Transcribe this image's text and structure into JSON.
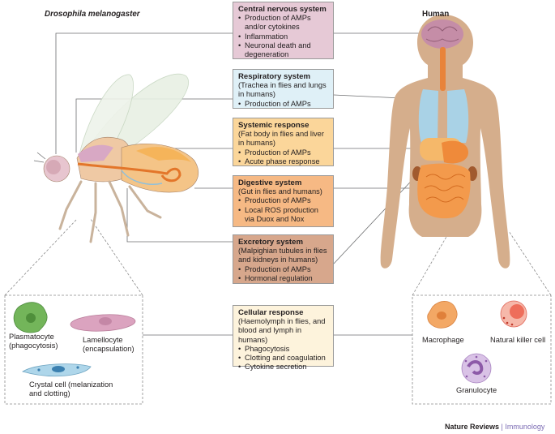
{
  "organisms": {
    "fly": "Drosophila melanogaster",
    "human": "Human"
  },
  "boxes": {
    "cns": {
      "title": "Central nervous system",
      "lines": [],
      "bullets": [
        "Production of AMPs and/or cytokines",
        "Inflammation",
        "Neuronal death and degeneration"
      ],
      "color": "#e6c9d6"
    },
    "respiratory": {
      "title": "Respiratory system",
      "lines": [
        "(Trachea in flies and lungs in humans)"
      ],
      "bullets": [
        "Production of AMPs"
      ],
      "color": "#dff0f7"
    },
    "systemic": {
      "title": "Systemic response",
      "lines": [
        "(Fat body in flies and liver in humans)"
      ],
      "bullets": [
        "Production of AMPs",
        "Acute phase response"
      ],
      "color": "#fbd69a"
    },
    "digestive": {
      "title": "Digestive system",
      "lines": [
        "(Gut in flies and humans)"
      ],
      "bullets": [
        "Production of AMPs",
        "Local ROS production via Duox and Nox"
      ],
      "color": "#f6b984"
    },
    "excretory": {
      "title": "Excretory system",
      "lines": [
        "(Malpighian tubules in flies and kidneys in humans)"
      ],
      "bullets": [
        "Production of AMPs",
        "Hormonal regulation"
      ],
      "color": "#d7a78c"
    },
    "cellular": {
      "title": "Cellular response",
      "lines": [
        "(Haemolymph in flies, and blood and lymph in humans)"
      ],
      "bullets": [
        "Phagocytosis",
        "Clotting and coagulation",
        "Cytokine secretion"
      ],
      "color": "#fdf3dc"
    }
  },
  "fly_cells": {
    "plasmatocyte": "Plasmatocyte (phagocytosis)",
    "lamellocyte": "Lamellocyte (encapsulation)",
    "crystal": "Crystal cell (melanization and clotting)"
  },
  "human_cells": {
    "macrophage": "Macrophage",
    "nk": "Natural killer cell",
    "granulocyte": "Granulocyte"
  },
  "credit": {
    "journal": "Nature Reviews",
    "separator": "|",
    "section": "Immunology",
    "section_color": "#7b6bb3"
  }
}
